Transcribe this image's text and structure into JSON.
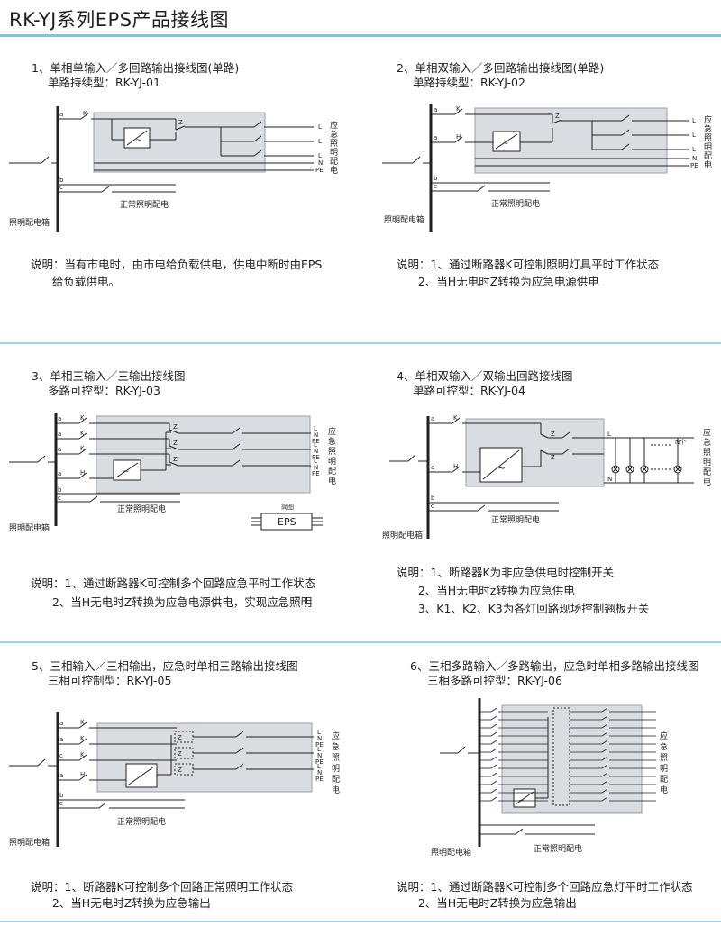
{
  "page": {
    "title": "RK-YJ系列EPS产品接线图"
  },
  "common": {
    "box_label": "照明配电箱",
    "normal_label": "正常照明配电",
    "emergency_label": [
      "应",
      "急",
      "照",
      "明",
      "配",
      "电"
    ],
    "icon_caption": "简图",
    "icon_text": "EPS",
    "n_label": "N个"
  },
  "sections": [
    {
      "title": "1、单相单输入／多回路输出接线图(单路)",
      "subtitle": "单路持续型：RK-YJ-01",
      "notes": [
        "说明：当有市电时，由市电给负载供电，供电中断时由EPS",
        "      给负载供电。"
      ]
    },
    {
      "title": "2、单相双输入／多回路输出接线图(单路)",
      "subtitle": "单路持续型：RK-YJ-02",
      "notes": [
        "说明：1、通过断路器K可控制照明灯具平时工作状态",
        "      2、当H无电时Z转换为应急电源供电"
      ]
    },
    {
      "title": "3、单相三输入／三输出接线图",
      "subtitle": "多路可控型：RK-YJ-03",
      "notes": [
        "说明：1、通过断路器K可控制多个回路应急平时工作状态",
        "      2、当H无电时Z转换为应急电源供电，实现应急照明"
      ]
    },
    {
      "title": "4、单相双输入／双输出回路接线图",
      "subtitle": "单路可控型：RK-YJ-04",
      "notes": [
        "说明：1、断路器K为非应急供电时控制开关",
        "      2、当H无电时z转换为应急供电",
        "      3、K1、K2、K3为各灯回路现场控制翘板开关"
      ]
    },
    {
      "title": "5、三相输入／三相输出，应急时单相三路输出接线图",
      "subtitle": "三相可控制型：RK-YJ-05",
      "notes": [
        "说明：1、断路器K可控制多个回路正常照明工作状态",
        "      2、当H无电时Z转换为应急输出"
      ]
    },
    {
      "title": "6、三相多路输入／多路输出，应急时单相多路输出接线图",
      "subtitle": "三相多路可控型：RK-YJ-06",
      "notes": [
        "说明：1、通过断路器K可控制多个回路应急灯平时工作状态",
        "      2、当H无电时Z转换为应急输出"
      ]
    }
  ]
}
